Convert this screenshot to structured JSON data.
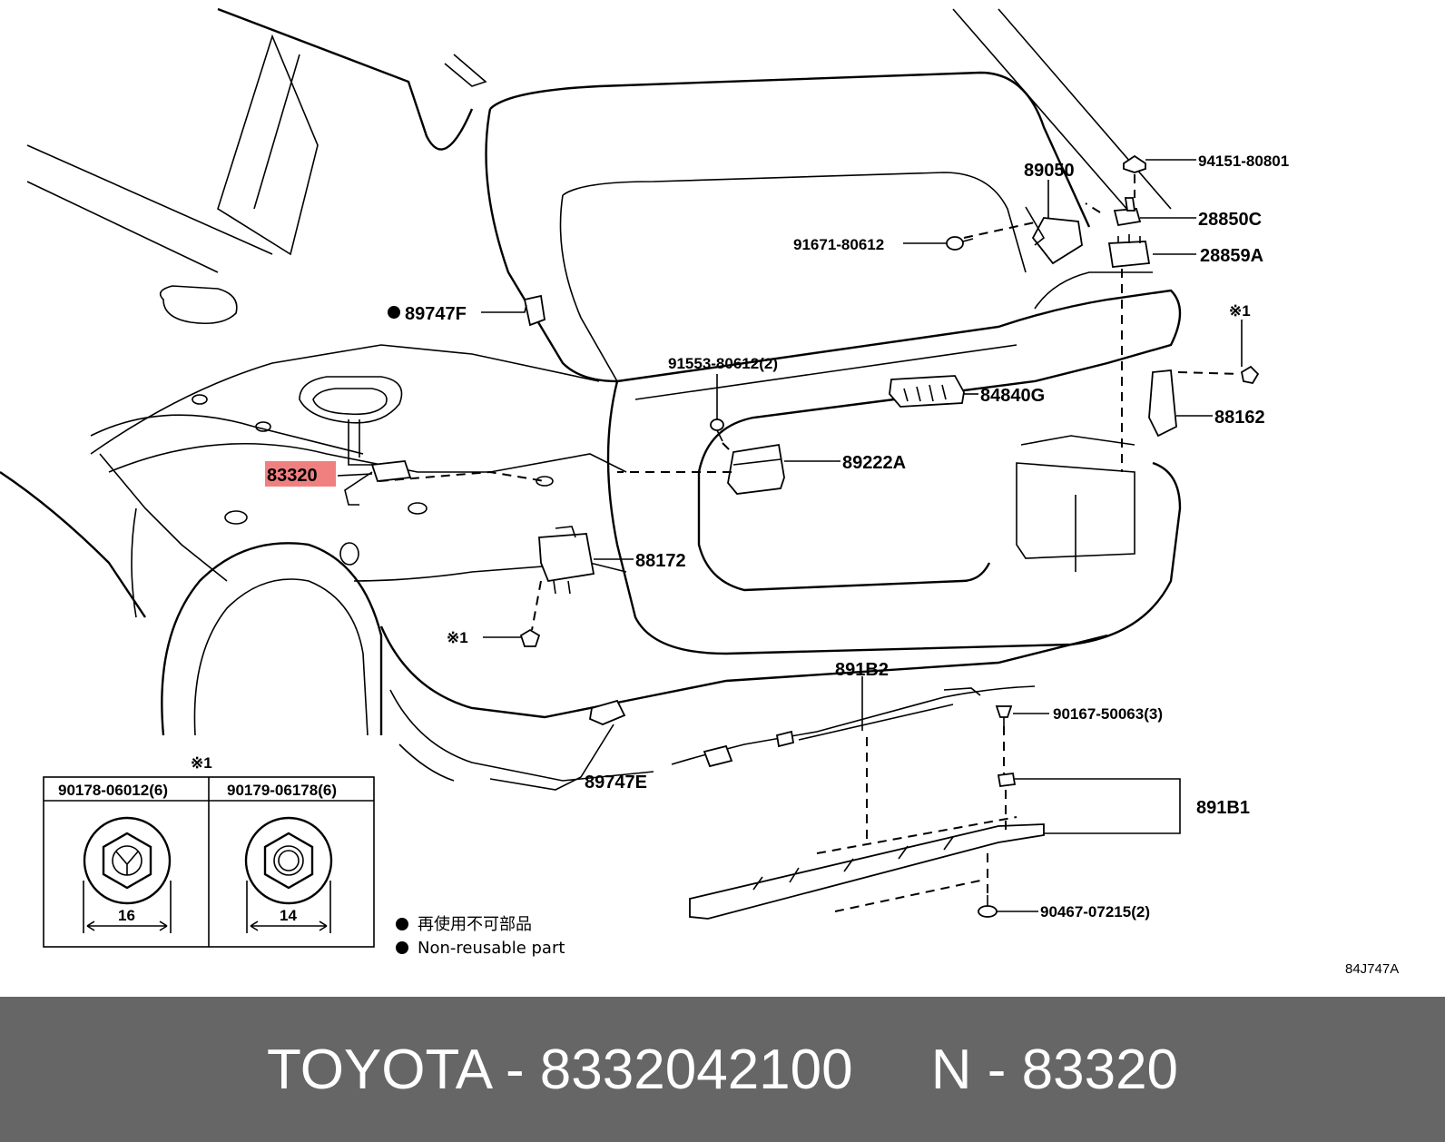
{
  "diagram": {
    "labels": {
      "p89050": "89050",
      "p94151": "94151-80801",
      "p28850C": "28850C",
      "p91671": "91671-80612",
      "p28859A": "28859A",
      "p89747F": "89747F",
      "note1_right": "※1",
      "p91553": "91553-80612(2)",
      "p84840G": "84840G",
      "p88162": "88162",
      "p83320": "83320",
      "p89222A": "89222A",
      "p88172": "88172",
      "note1_left": "※1",
      "p891B2": "891B2",
      "p90167": "90167-50063(3)",
      "p89747E": "89747E",
      "p891B1": "891B1",
      "p90467": "90467-07215(2)"
    },
    "highlight_color": "#f08080",
    "inset": {
      "note": "※1",
      "col1_header": "90178-06012(6)",
      "col2_header": "90179-06178(6)",
      "col1_dim": "16",
      "col2_dim": "14"
    },
    "legend": {
      "line1": "再使用不可部品",
      "line2": "Non-reusable part"
    },
    "figure_code": "84J747A"
  },
  "footer": {
    "text": "TOYOTA - 8332042100     N - 83320"
  }
}
